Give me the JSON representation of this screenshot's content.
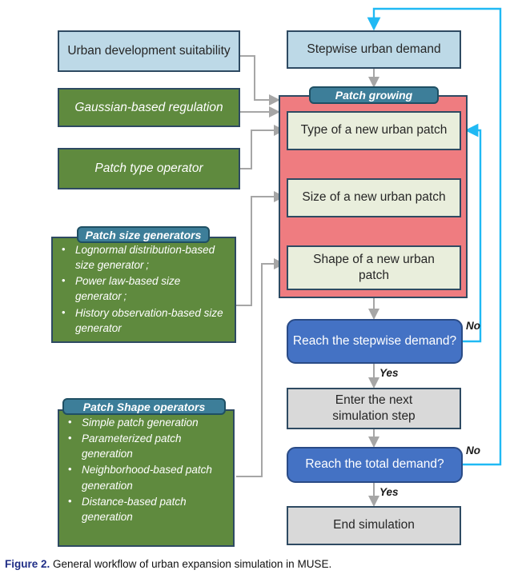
{
  "figure": {
    "number_label": "Figure 2.",
    "caption": "General workflow of urban expansion simulation in MUSE."
  },
  "colors": {
    "input_blue": "#bdd9e7",
    "green": "#5f8a3e",
    "pink_container": "#ef7c80",
    "cream_step": "#e9eedc",
    "teal_label": "#3d7e99",
    "decision_blue": "#4472c4",
    "process_grey": "#d9d9d9",
    "feedback_cyan": "#20b9f4",
    "connector_grey": "#a6a6a6",
    "border_navy": "#2e4a62"
  },
  "inputs": [
    {
      "id": "urban-development-suitability",
      "label": "Urban development suitability",
      "style": "blue"
    },
    {
      "id": "gaussian-based-regulation",
      "label": "Gaussian-based regulation",
      "style": "green"
    },
    {
      "id": "patch-type-operator",
      "label": "Patch type operator",
      "style": "green"
    }
  ],
  "panels": [
    {
      "id": "patch-size-generators",
      "title": "Patch size generators",
      "items": [
        "Lognormal distribution-based size generator ;",
        "Power law-based size generator ;",
        "History observation-based size generator"
      ]
    },
    {
      "id": "patch-shape-operators",
      "title": "Patch Shape operators",
      "items": [
        "Simple patch generation",
        "Parameterized patch generation",
        "Neighborhood-based patch generation",
        "Distance-based patch generation"
      ]
    }
  ],
  "flow": {
    "stepwise_demand": "Stepwise urban demand",
    "patch_growing_label": "Patch growing",
    "steps": [
      {
        "id": "type-of-new-urban-patch",
        "label": "Type of a new urban patch"
      },
      {
        "id": "size-of-new-urban-patch",
        "label": "Size of a new urban patch"
      },
      {
        "id": "shape-of-new-urban-patch",
        "label": "Shape of a new urban patch"
      }
    ],
    "decision_stepwise": "Reach the stepwise demand?",
    "next_step": "Enter the next simulation step",
    "decision_total": "Reach the total demand?",
    "end": "End simulation"
  },
  "edge_labels": {
    "no_stepwise": "No",
    "yes_stepwise": "Yes",
    "no_total": "No",
    "yes_total": "Yes"
  }
}
